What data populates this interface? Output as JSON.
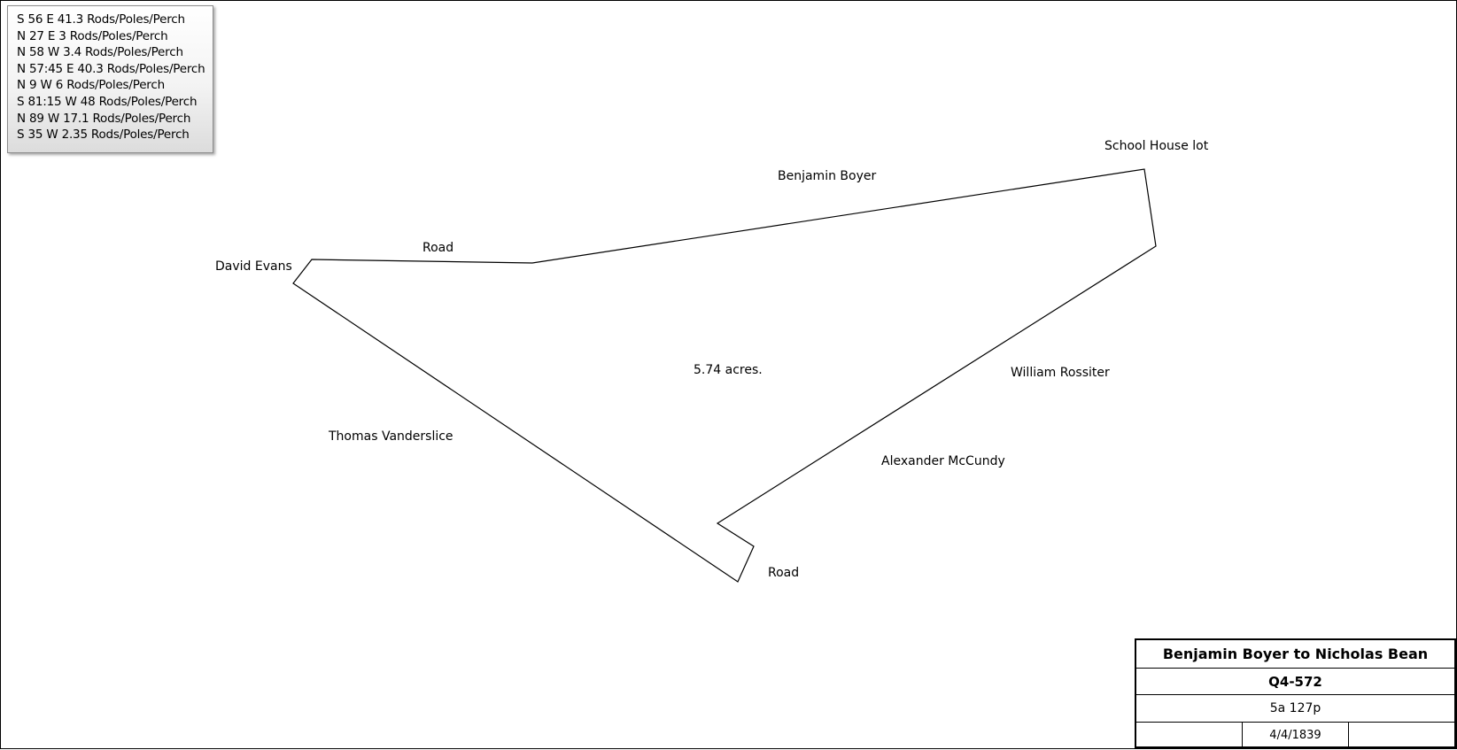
{
  "bearing_calls": [
    "S 56 E 41.3 Rods/Poles/Perch",
    "N 27 E 3 Rods/Poles/Perch",
    "N 58 W 3.4 Rods/Poles/Perch",
    "N 57:45 E 40.3 Rods/Poles/Perch",
    "N 9 W 6 Rods/Poles/Perch",
    "S 81:15 W 48 Rods/Poles/Perch",
    "N 89 W 17.1 Rods/Poles/Perch",
    "S 35 W 2.35 Rods/Poles/Perch"
  ],
  "labels": {
    "school_house_lot": "School House lot",
    "benjamin_boyer": "Benjamin Boyer",
    "road_north": "Road",
    "david_evans": "David Evans",
    "acreage": "5.74 acres.",
    "william_rossiter": "William Rossiter",
    "thomas_vanderslice": "Thomas Vanderslice",
    "alexander_mccundy": "Alexander McCundy",
    "road_south": "Road"
  },
  "title_block": {
    "title": "Benjamin Boyer to Nicholas Bean",
    "quad": "Q4-572",
    "area": "5a 127p",
    "date": "4/4/1839"
  },
  "colors": {
    "line": "#000000",
    "background": "#ffffff",
    "calls_box_border": "#8c8c8c"
  }
}
